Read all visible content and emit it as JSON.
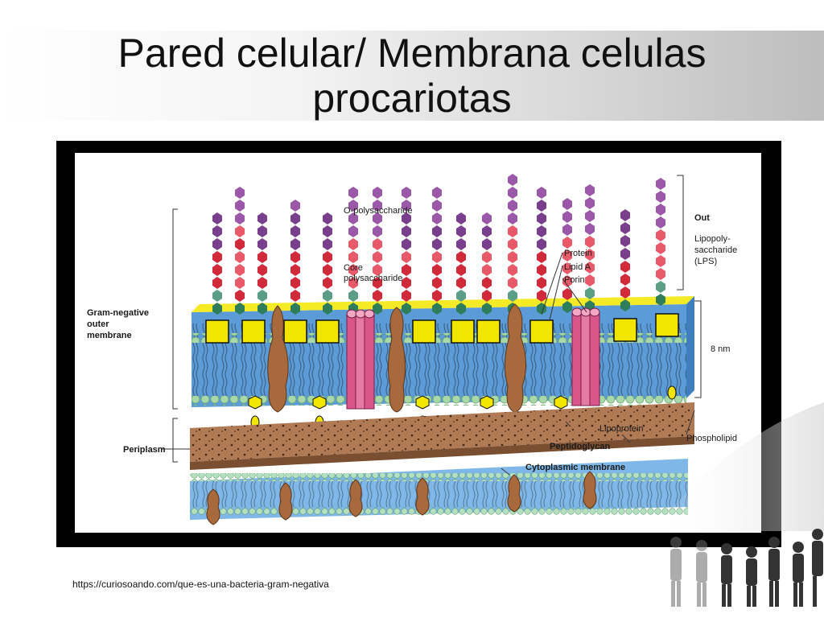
{
  "slide": {
    "title_line1": "Pared celular/ Membrana  celulas",
    "title_line2": "procariotas",
    "source_url": "https://curiosoando.com/que-es-una-bacteria-gram-negativa"
  },
  "diagram": {
    "labels": {
      "o_polysaccharide": "O-polysaccharide",
      "core_polysaccharide_1": "Core",
      "core_polysaccharide_2": "polysaccharide",
      "out": "Out",
      "lps_1": "Lipopoly-",
      "lps_2": "saccharide",
      "lps_3": "(LPS)",
      "protein": "Protein",
      "lipid_a": "Lipid A",
      "porin": "Porin",
      "gram_negative_1": "Gram-negative",
      "gram_negative_2": "outer",
      "gram_negative_3": "membrane",
      "eight_nm": "8 nm",
      "lipoprotein": "Lipoprotein",
      "phospholipid": "Phospholipid",
      "peptidoglycan": "Peptidoglycan",
      "periplasm": "Periplasm",
      "cytoplasmic_membrane": "Cytoplasmic membrane"
    },
    "colors": {
      "membrane_blue": "#5b9bd8",
      "lipid_head": "#a8d8a8",
      "peptidoglycan": "#b07a55",
      "lipid_a_yellow": "#f2e600",
      "porin_pink": "#d9568a",
      "protein_brown": "#a86a3d"
    }
  }
}
